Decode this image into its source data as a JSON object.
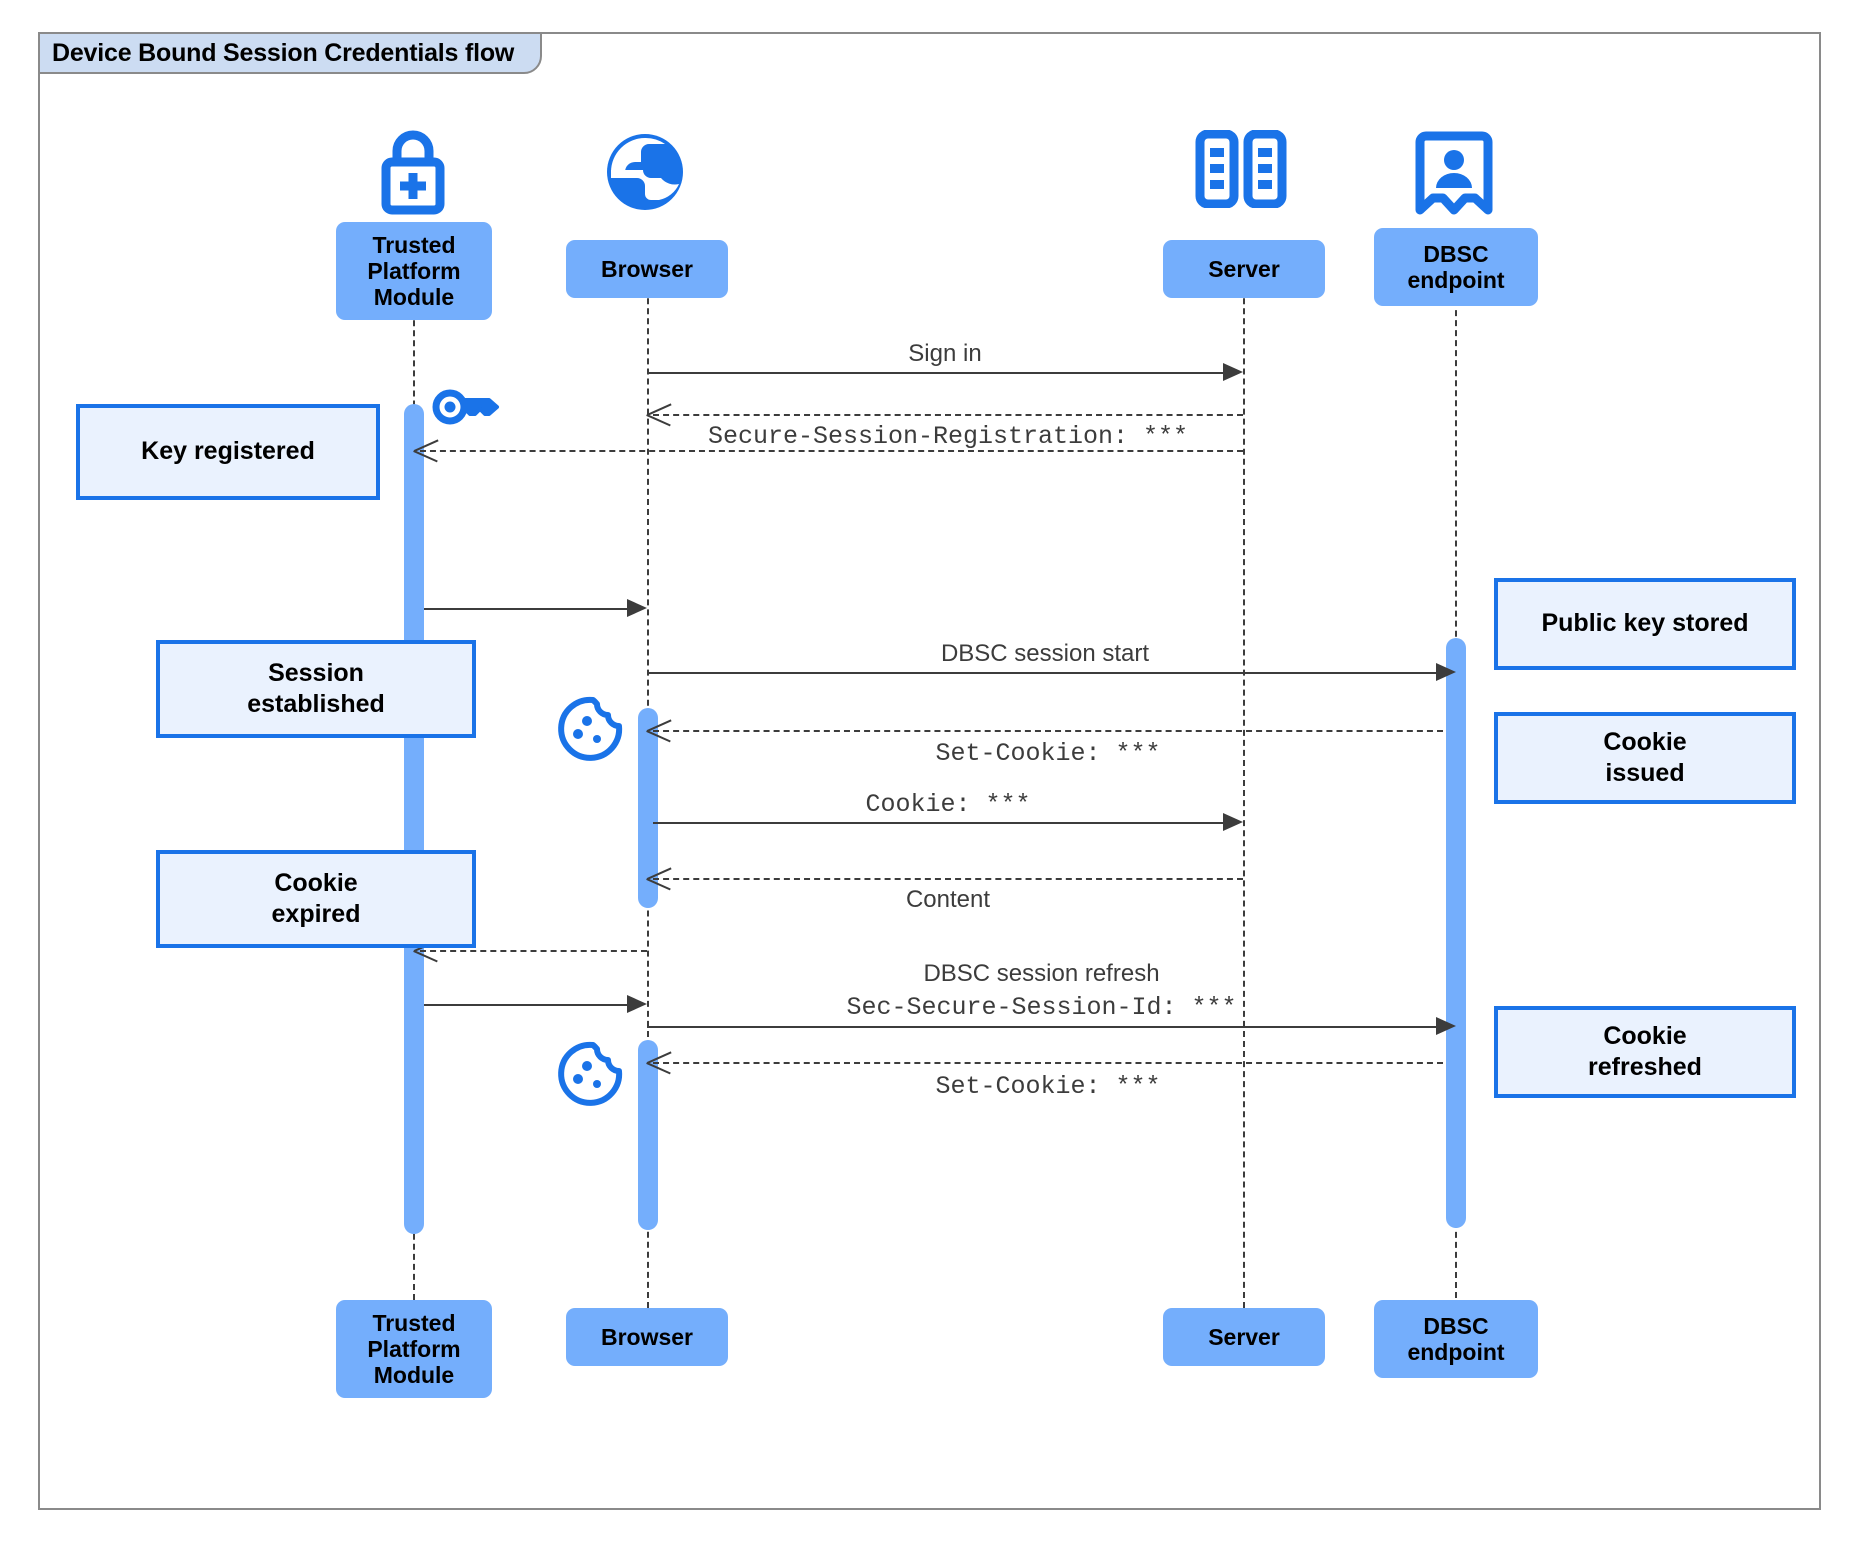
{
  "diagram": {
    "title": "Device Bound Session Credentials flow",
    "type": "uml-sequence-diagram",
    "colors": {
      "participant_fill": "#74aefc",
      "note_fill": "#eaf2fe",
      "note_border": "#1a73e8",
      "icon_blue": "#1a73e8",
      "activation_fill": "#74aefc",
      "line": "#3c3c3c",
      "frame_border": "#8a8a8a",
      "frame_tab_fill": "#ccdcf2"
    }
  },
  "participants": [
    {
      "id": "tpm",
      "label": "Trusted\nPlatform\nModule",
      "label_lines": [
        "Trusted",
        "Platform",
        "Module"
      ],
      "icon": "padlock-plus-icon"
    },
    {
      "id": "browser",
      "label": "Browser",
      "label_lines": [
        "Browser"
      ],
      "icon": "globe-icon"
    },
    {
      "id": "server",
      "label": "Server",
      "label_lines": [
        "Server"
      ],
      "icon": "server-rack-icon"
    },
    {
      "id": "dbsc",
      "label": "DBSC\nendpoint",
      "label_lines": [
        "DBSC",
        "endpoint"
      ],
      "icon": "id-badge-icon"
    }
  ],
  "messages": [
    {
      "id": "m1",
      "from": "browser",
      "to": "server",
      "style": "solid",
      "direction": "right",
      "lines": [
        {
          "text": "Sign in",
          "font": "sans"
        }
      ]
    },
    {
      "id": "m2",
      "from": "server",
      "to": "browser",
      "style": "dashed",
      "direction": "left",
      "lines": [
        {
          "text": "Secure-Session-Registration: ***",
          "font": "mono"
        }
      ]
    },
    {
      "id": "m3",
      "from": "server",
      "to": "tpm",
      "style": "dashed",
      "direction": "left",
      "lines": []
    },
    {
      "id": "m4",
      "from": "tpm",
      "to": "browser",
      "style": "solid",
      "direction": "right",
      "lines": []
    },
    {
      "id": "m5",
      "from": "browser",
      "to": "dbsc",
      "style": "solid",
      "direction": "right",
      "lines": [
        {
          "text": "DBSC session start",
          "font": "sans"
        }
      ]
    },
    {
      "id": "m6",
      "from": "dbsc",
      "to": "browser",
      "style": "dashed",
      "direction": "left",
      "lines": [
        {
          "text": "Set-Cookie: ***",
          "font": "mono"
        }
      ]
    },
    {
      "id": "m7",
      "from": "browser",
      "to": "server",
      "style": "solid",
      "direction": "right",
      "lines": [
        {
          "text": "Cookie: ***",
          "font": "mono"
        }
      ]
    },
    {
      "id": "m8",
      "from": "server",
      "to": "browser",
      "style": "dashed",
      "direction": "left",
      "lines": [
        {
          "text": "Content",
          "font": "sans"
        }
      ]
    },
    {
      "id": "m9",
      "from": "browser",
      "to": "tpm",
      "style": "dashed",
      "direction": "left",
      "lines": []
    },
    {
      "id": "m10",
      "from": "tpm",
      "to": "browser",
      "style": "solid",
      "direction": "right",
      "lines": []
    },
    {
      "id": "m11",
      "from": "browser",
      "to": "dbsc",
      "style": "solid",
      "direction": "right",
      "lines": [
        {
          "text": "DBSC session refresh",
          "font": "sans"
        },
        {
          "text": "Sec-Secure-Session-Id: ***",
          "font": "mono"
        }
      ]
    },
    {
      "id": "m12",
      "from": "dbsc",
      "to": "browser",
      "style": "dashed",
      "direction": "left",
      "lines": [
        {
          "text": "Set-Cookie: ***",
          "font": "mono"
        }
      ]
    }
  ],
  "notes": [
    {
      "id": "n1",
      "side": "left",
      "attached_to": "tpm",
      "lines": [
        "Key registered"
      ]
    },
    {
      "id": "n2",
      "side": "left",
      "attached_to": "tpm",
      "lines": [
        "Session",
        "established"
      ]
    },
    {
      "id": "n3",
      "side": "left",
      "attached_to": "tpm",
      "lines": [
        "Cookie",
        "expired"
      ]
    },
    {
      "id": "n4",
      "side": "right",
      "attached_to": "dbsc",
      "lines": [
        "Public key stored"
      ]
    },
    {
      "id": "n5",
      "side": "right",
      "attached_to": "dbsc",
      "lines": [
        "Cookie",
        "issued"
      ]
    },
    {
      "id": "n6",
      "side": "right",
      "attached_to": "dbsc",
      "lines": [
        "Cookie",
        "refreshed"
      ]
    }
  ],
  "inline_icons": [
    {
      "id": "key1",
      "name": "key-icon",
      "near": "tpm"
    },
    {
      "id": "cookie1",
      "name": "cookie-icon",
      "near": "browser"
    },
    {
      "id": "cookie2",
      "name": "cookie-icon",
      "near": "browser"
    }
  ]
}
